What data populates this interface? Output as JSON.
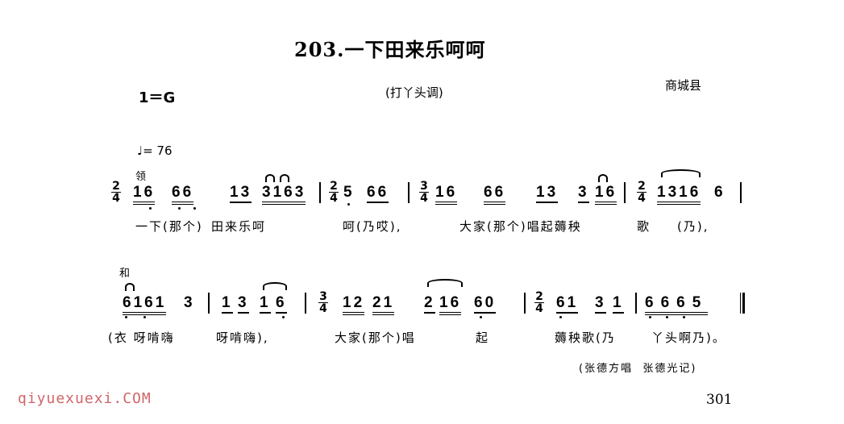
{
  "title": "203.一下田来乐呵呵",
  "key": "1＝G",
  "subtitle": "(打丫头调)",
  "place": "商城县",
  "tempo": "♩= 76",
  "line1": {
    "marks": [
      "领"
    ],
    "time": [
      [
        "2",
        "4"
      ],
      [
        "2",
        "4"
      ],
      [
        "3",
        "4"
      ],
      [
        "2",
        "4"
      ]
    ],
    "notes": [
      "16",
      "66",
      "13",
      "3163",
      "5",
      "66",
      "16",
      "66",
      "13",
      "3",
      "16",
      "1316",
      "6"
    ],
    "lyrics": [
      "一下(那个)",
      "田来乐呵",
      "呵(乃哎),",
      "大家(那个)唱起薅秧",
      "歌",
      "(乃),"
    ]
  },
  "line2": {
    "marks": [
      "和"
    ],
    "time": [
      [
        "3",
        "4"
      ],
      [
        "2",
        "4"
      ]
    ],
    "notes": [
      "6161",
      "3",
      "1",
      "3",
      "1",
      "6",
      "12",
      "21",
      "2",
      "16",
      "60",
      "61",
      "3",
      "1",
      "6665"
    ],
    "lyrics": [
      "(衣 呀啃嗨",
      "呀啃嗨),",
      "大家(那个)唱",
      "起",
      "薅秧歌(乃",
      "丫头啊乃)。"
    ]
  },
  "credit": "(张德方唱  张德光记)",
  "watermark": "qiyuexuexi.COM",
  "page_number": "301"
}
